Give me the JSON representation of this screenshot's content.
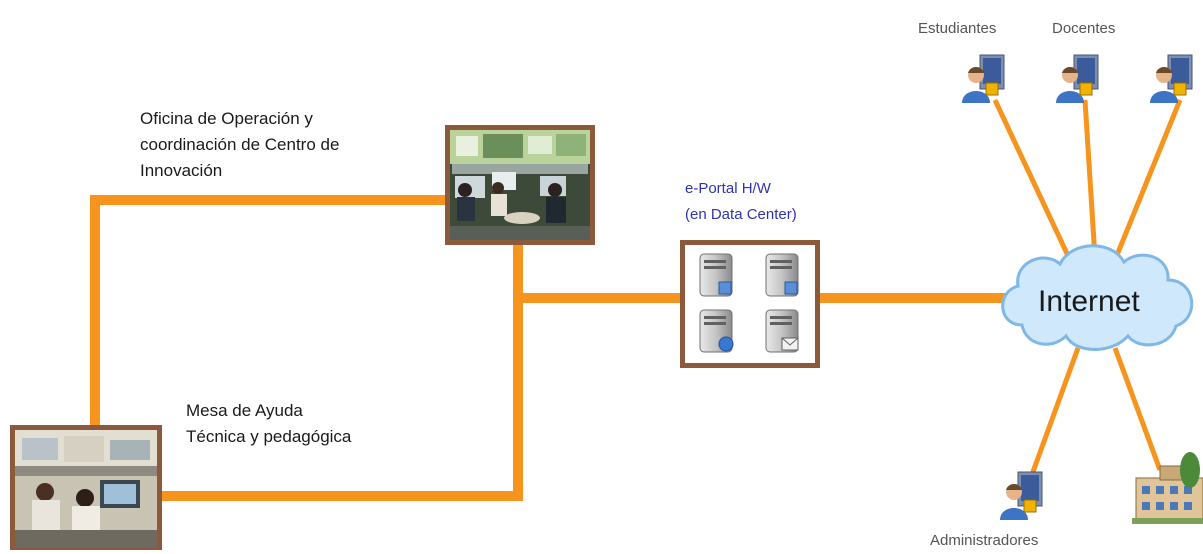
{
  "office": {
    "lines": [
      "Oficina de Operación y",
      "coordinación de Centro de",
      "Innovación"
    ]
  },
  "helpdesk": {
    "lines": [
      "Mesa de Ayuda",
      "Técnica y pedagógica"
    ]
  },
  "portal": {
    "lines": [
      "e-Portal H/W",
      "(en Data Center)"
    ]
  },
  "cloud": {
    "label": "Internet"
  },
  "users": {
    "students": "Estudiantes",
    "teachers": "Docentes",
    "admins": "Administradores"
  },
  "colors": {
    "connector": "#f7941d",
    "frame": "#8b5a3c",
    "cloud_fill": "#cfe8fb",
    "cloud_stroke": "#7fb7e6"
  }
}
